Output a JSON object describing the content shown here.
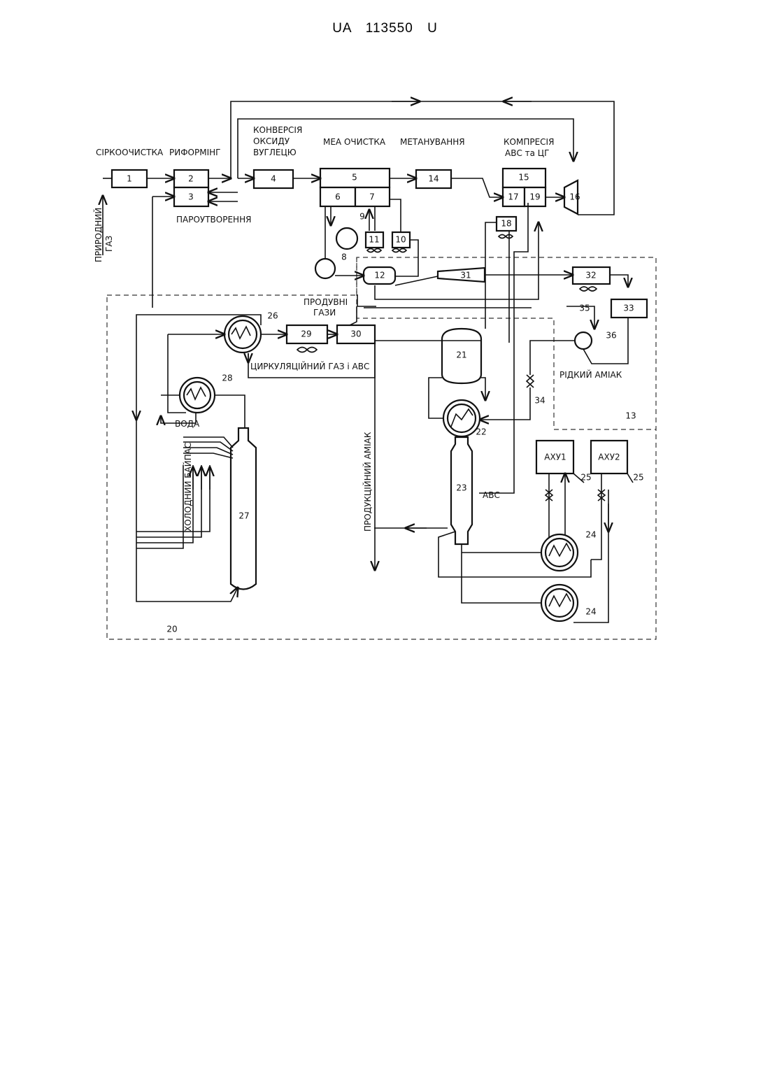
{
  "header": {
    "patent": "UA   113550   U"
  },
  "labels": {
    "sulfur_cleaning": "СІРКООЧИСТКА",
    "reforming": "РИФОРМІНГ",
    "co_conv_1": "КОНВЕРСІЯ",
    "co_conv_2": "ОКСИДУ",
    "co_conv_3": "ВУГЛЕЦЮ",
    "mea": "МЕА ОЧИСТКА",
    "methanation": "МЕТАНУВАННЯ",
    "compression_1": "КОМПРЕСІЯ",
    "compression_2": "АВС та ЦГ",
    "steam_gen": "ПАРОУТВОРЕННЯ",
    "natural_gas_1": "ПРИРОДНИЙ",
    "natural_gas_2": "ГАЗ",
    "purge_1": "ПРОДУВНІ",
    "purge_2": "ГАЗИ",
    "circ_gas": "ЦИРКУЛЯЦІЙНИЙ ГАЗ і АВС",
    "water": "ВОДА",
    "cold_bypass": "ХОЛОДНИЙ БАЙПАС",
    "product_ammonia": "ПРОДУКЦІЙНИЙ АМІАК",
    "liquid_ammonia": "РІДКИЙ АМІАК",
    "abc": "АВС",
    "ahu1": "АХУ1",
    "ahu2": "АХУ2"
  },
  "units": [
    "1",
    "2",
    "3",
    "4",
    "5",
    "6",
    "7",
    "8",
    "9",
    "10",
    "11",
    "12",
    "13",
    "14",
    "15",
    "16",
    "17",
    "18",
    "19",
    "20",
    "21",
    "22",
    "23",
    "24",
    "25",
    "26",
    "27",
    "28",
    "29",
    "30",
    "31",
    "32",
    "33",
    "34",
    "35",
    "36"
  ]
}
